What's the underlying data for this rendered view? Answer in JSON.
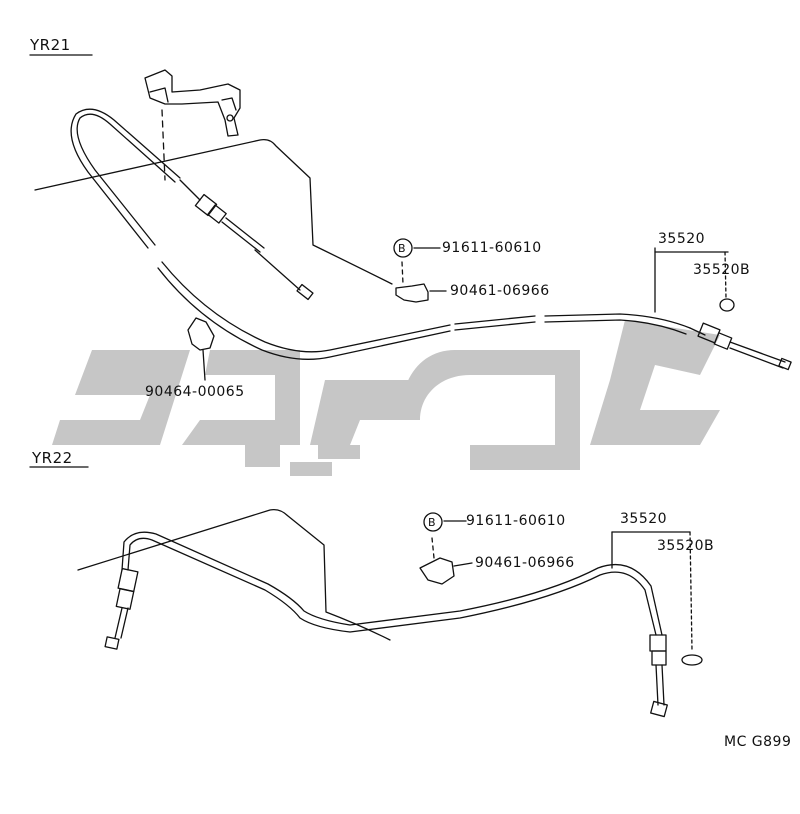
{
  "sections": [
    {
      "label": "YR21"
    },
    {
      "label": "YR22"
    }
  ],
  "parts": {
    "yr21": {
      "bolt": "91611-60610",
      "clamp": "90461-06966",
      "clip": "90464-00065",
      "cable": "35520",
      "ring": "35520B"
    },
    "yr22": {
      "bolt": "91611-60610",
      "clamp": "90461-06966",
      "cable": "35520",
      "ring": "35520B"
    }
  },
  "bolt_marker": "B",
  "diagram_code": "MC G899",
  "colors": {
    "line": "#111111",
    "watermark": "#c6c6c6"
  }
}
